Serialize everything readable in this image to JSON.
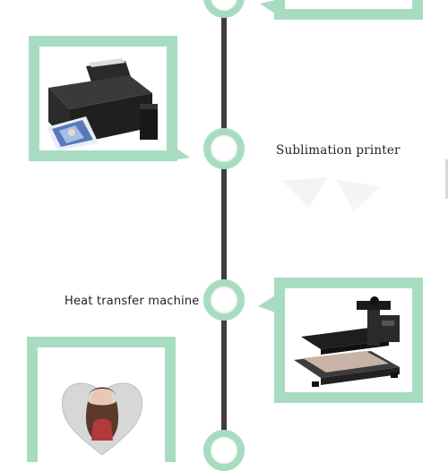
{
  "colors": {
    "accent": "#a8dcc1",
    "line": "#3e3e3e"
  },
  "items": [
    {
      "side": "left",
      "label": "Sublimation printer",
      "image": "printer-image"
    },
    {
      "side": "right",
      "label": "Heat transfer machine",
      "image": "heat-press-image"
    },
    {
      "side": "left",
      "label": "",
      "image": "heart-photo-image"
    }
  ]
}
